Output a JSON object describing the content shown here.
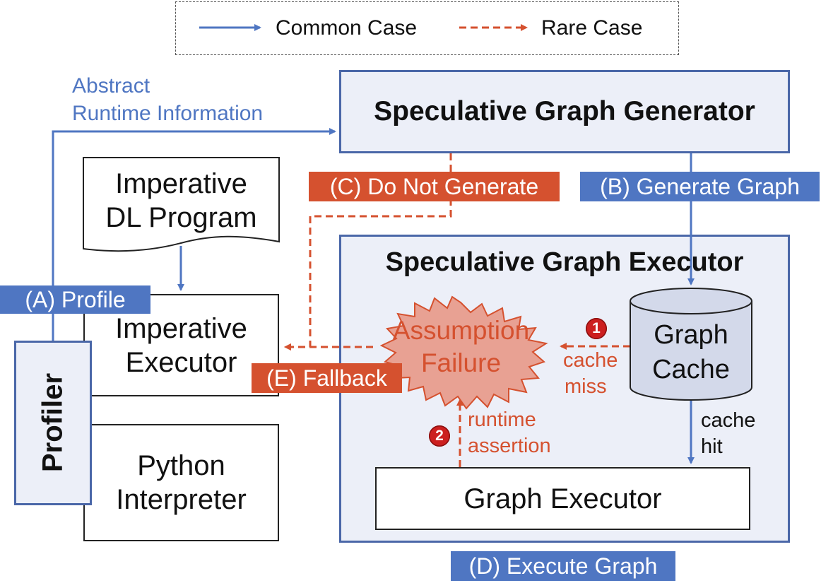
{
  "legend": {
    "common_case": "Common Case",
    "rare_case": "Rare Case"
  },
  "abstract_runtime_info": {
    "line1": "Abstract",
    "line2": "Runtime Information"
  },
  "speculative_graph_generator": "Speculative Graph Generator",
  "imperative_dl_program": {
    "line1": "Imperative",
    "line2": "DL Program"
  },
  "imperative_executor": {
    "line1": "Imperative",
    "line2": "Executor"
  },
  "python_interpreter": {
    "line1": "Python",
    "line2": "Interpreter"
  },
  "profiler": "Profiler",
  "speculative_graph_executor": "Speculative Graph Executor",
  "graph_cache": {
    "line1": "Graph",
    "line2": "Cache"
  },
  "graph_executor": "Graph Executor",
  "assumption_failure": {
    "line1": "Assumption",
    "line2": "Failure"
  },
  "labels": {
    "a_profile": "(A) Profile",
    "b_generate_graph": "(B) Generate Graph",
    "c_do_not_generate": "(C) Do Not Generate",
    "d_execute_graph": "(D) Execute Graph",
    "e_fallback": "(E) Fallback"
  },
  "edge_text": {
    "cache_miss_1": "cache",
    "cache_miss_2": "miss",
    "cache_hit_1": "cache",
    "cache_hit_2": "hit",
    "runtime_assertion_1": "runtime",
    "runtime_assertion_2": "assertion"
  },
  "badges": {
    "one": "1",
    "two": "2"
  },
  "colors": {
    "common": "#4f76c2",
    "rare": "#d5512f",
    "box_fill": "#eceff8",
    "box_border": "#4a67a8"
  }
}
